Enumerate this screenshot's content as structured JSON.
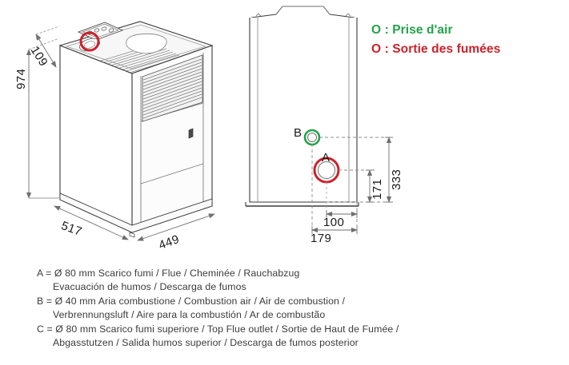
{
  "legend": {
    "air_intake": "O : Prise d'air",
    "flue_outlet": "O : Sortie des fumées",
    "air_color": "#22A24A",
    "fumes_color": "#CC2229"
  },
  "notes": [
    "A = Ø 80 mm  Scarico fumi / Flue / Cheminée / Rauchabzug",
    "Evacuación de humos / Descarga de fumos",
    "B = Ø 40 mm  Aria combustione / Combustion air / Air de combustion /",
    "Verbrennungsluft / Aire para la combustión / Ar de combustão",
    "C = Ø 80 mm  Scarico fumi superiore / Top Flue outlet / Sortie de Haut de Fumée /",
    "Abgasstutzen / Salida humos superior / Descarga de fumos posterior"
  ],
  "dimensions": {
    "height": "974",
    "top_depth": "109",
    "depth": "517",
    "width": "449",
    "flue_height": "333",
    "air_height": "171",
    "flue_offset": "100",
    "side_width": "179"
  },
  "ports": {
    "top_flue": "C",
    "rear_flue": "A",
    "combustion_air": "B"
  }
}
